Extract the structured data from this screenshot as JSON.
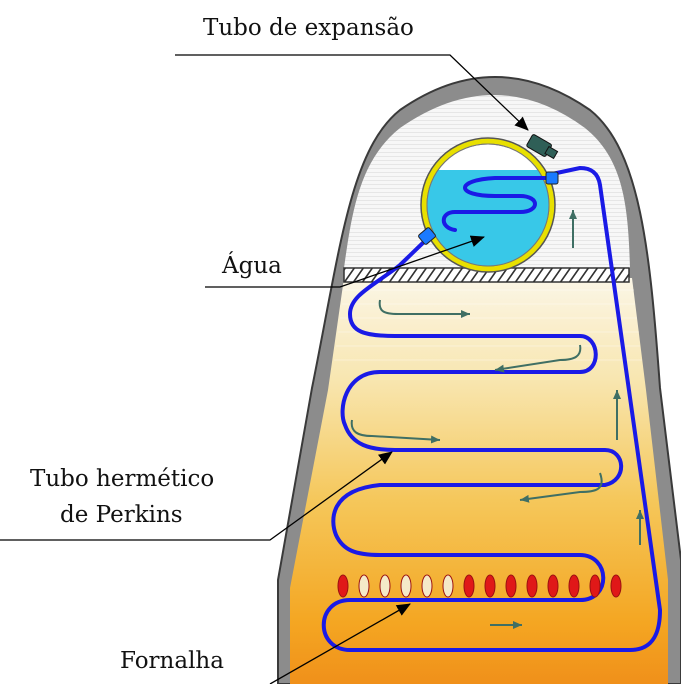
{
  "labels": {
    "expansion_tube": "Tubo de expansão",
    "water": "Água",
    "perkins_tube_line1": "Tubo hermético",
    "perkins_tube_line2": "de Perkins",
    "furnace": "Fornalha"
  },
  "colors": {
    "wall": "#8c8c8c",
    "wall_stroke": "#3a3a3a",
    "tube": "#1a1ae6",
    "water": "#38c8e8",
    "ring": "#e8e000",
    "flow_arrow": "#3f6f64",
    "flame": "#e01818",
    "flame_pale": "#f4e9c8",
    "valve": "#2f5f57",
    "hatch_line": "#333333",
    "chamber_top": "#fbf6e6",
    "chamber_bottom": "#f39a1a"
  },
  "icons": {
    "flow": "flow-arrow-icon",
    "flame": "flame-icon",
    "valve": "valve-icon"
  }
}
